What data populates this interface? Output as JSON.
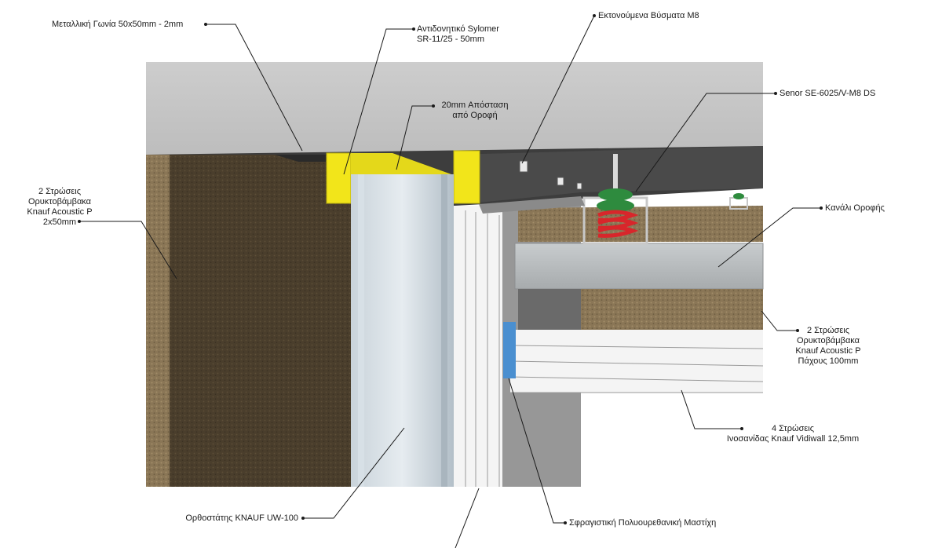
{
  "labels": {
    "metal_angle": "Μεταλλική Γωνία 50x50mm - 2mm",
    "sylomer": "Αντιδονητικό Sylomer\nSR-11/25 - 50mm",
    "anchors": "Εκτονούμενα Βύσματα M8",
    "ceiling_gap": "20mm Απόσταση\nαπό Οροφή",
    "senor": "Senor SE-6025/V-M8 DS",
    "wool_left": "2 Στρώσεις\nΟρυκτοβάμβακα\nKnauf Acoustic P\n2x50mm",
    "ceiling_channel": "Κανάλι Οροφής",
    "wool_right": "2 Στρώσεις\nΟρυκτοβάμβακα\nKnauf Acoustic P\nΠάχους 100mm",
    "plasterboard": "4 Στρώσεις\nΙνοσανίδας Knauf Vidiwall 12,5mm",
    "stud": "Ορθοστάτης KNAUF UW-100",
    "sealant": "Σφραγιστική Πολυουρεθανική Μαστίχη"
  },
  "colors": {
    "concrete": "#cfcfcf",
    "mineral_wool": "#4a3e2c",
    "sylomer": "#f2e51a",
    "spring": "#d8262b",
    "spring_cap": "#2e8b3e",
    "sealant": "#4a8fd0",
    "steel": "#b8c4cc",
    "board": "#f4f4f4"
  }
}
